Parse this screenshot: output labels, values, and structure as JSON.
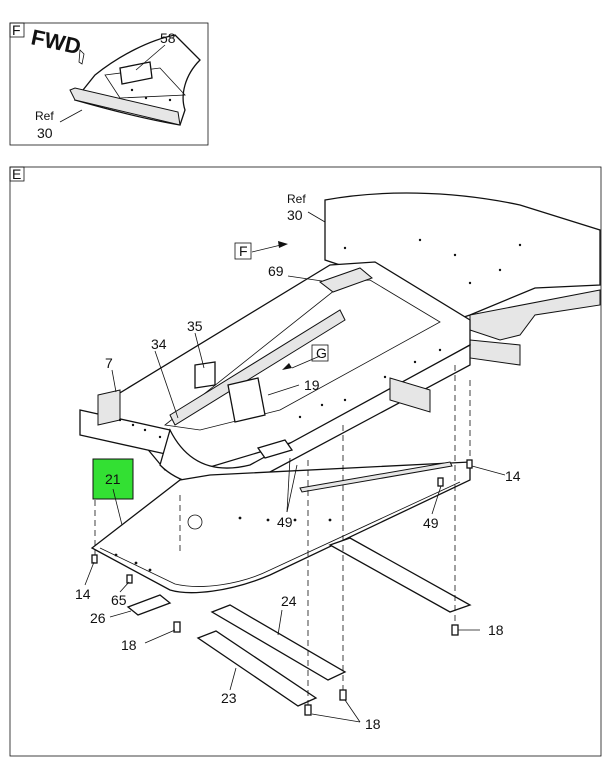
{
  "detail_f": {
    "view_letter": "F",
    "fwd_text": "FWD",
    "callouts": {
      "c58": "58",
      "ref": "Ref",
      "c30": "30"
    }
  },
  "view_e": {
    "view_letter": "E",
    "ref": "Ref",
    "callouts": {
      "c30": "30",
      "f_box": "F",
      "c69": "69",
      "c35": "35",
      "g_box": "G",
      "c34": "34",
      "c7": "7",
      "c19": "19",
      "c21": "21",
      "c14_right": "14",
      "c49_right": "49",
      "c49_center": "49",
      "c14_left": "14",
      "c65": "65",
      "c26": "26",
      "c24": "24",
      "c18_right": "18",
      "c18_left": "18",
      "c23": "23",
      "c18_bottom": "18"
    }
  },
  "colors": {
    "highlight": "#33e033",
    "line": "#111111",
    "background": "#ffffff"
  }
}
